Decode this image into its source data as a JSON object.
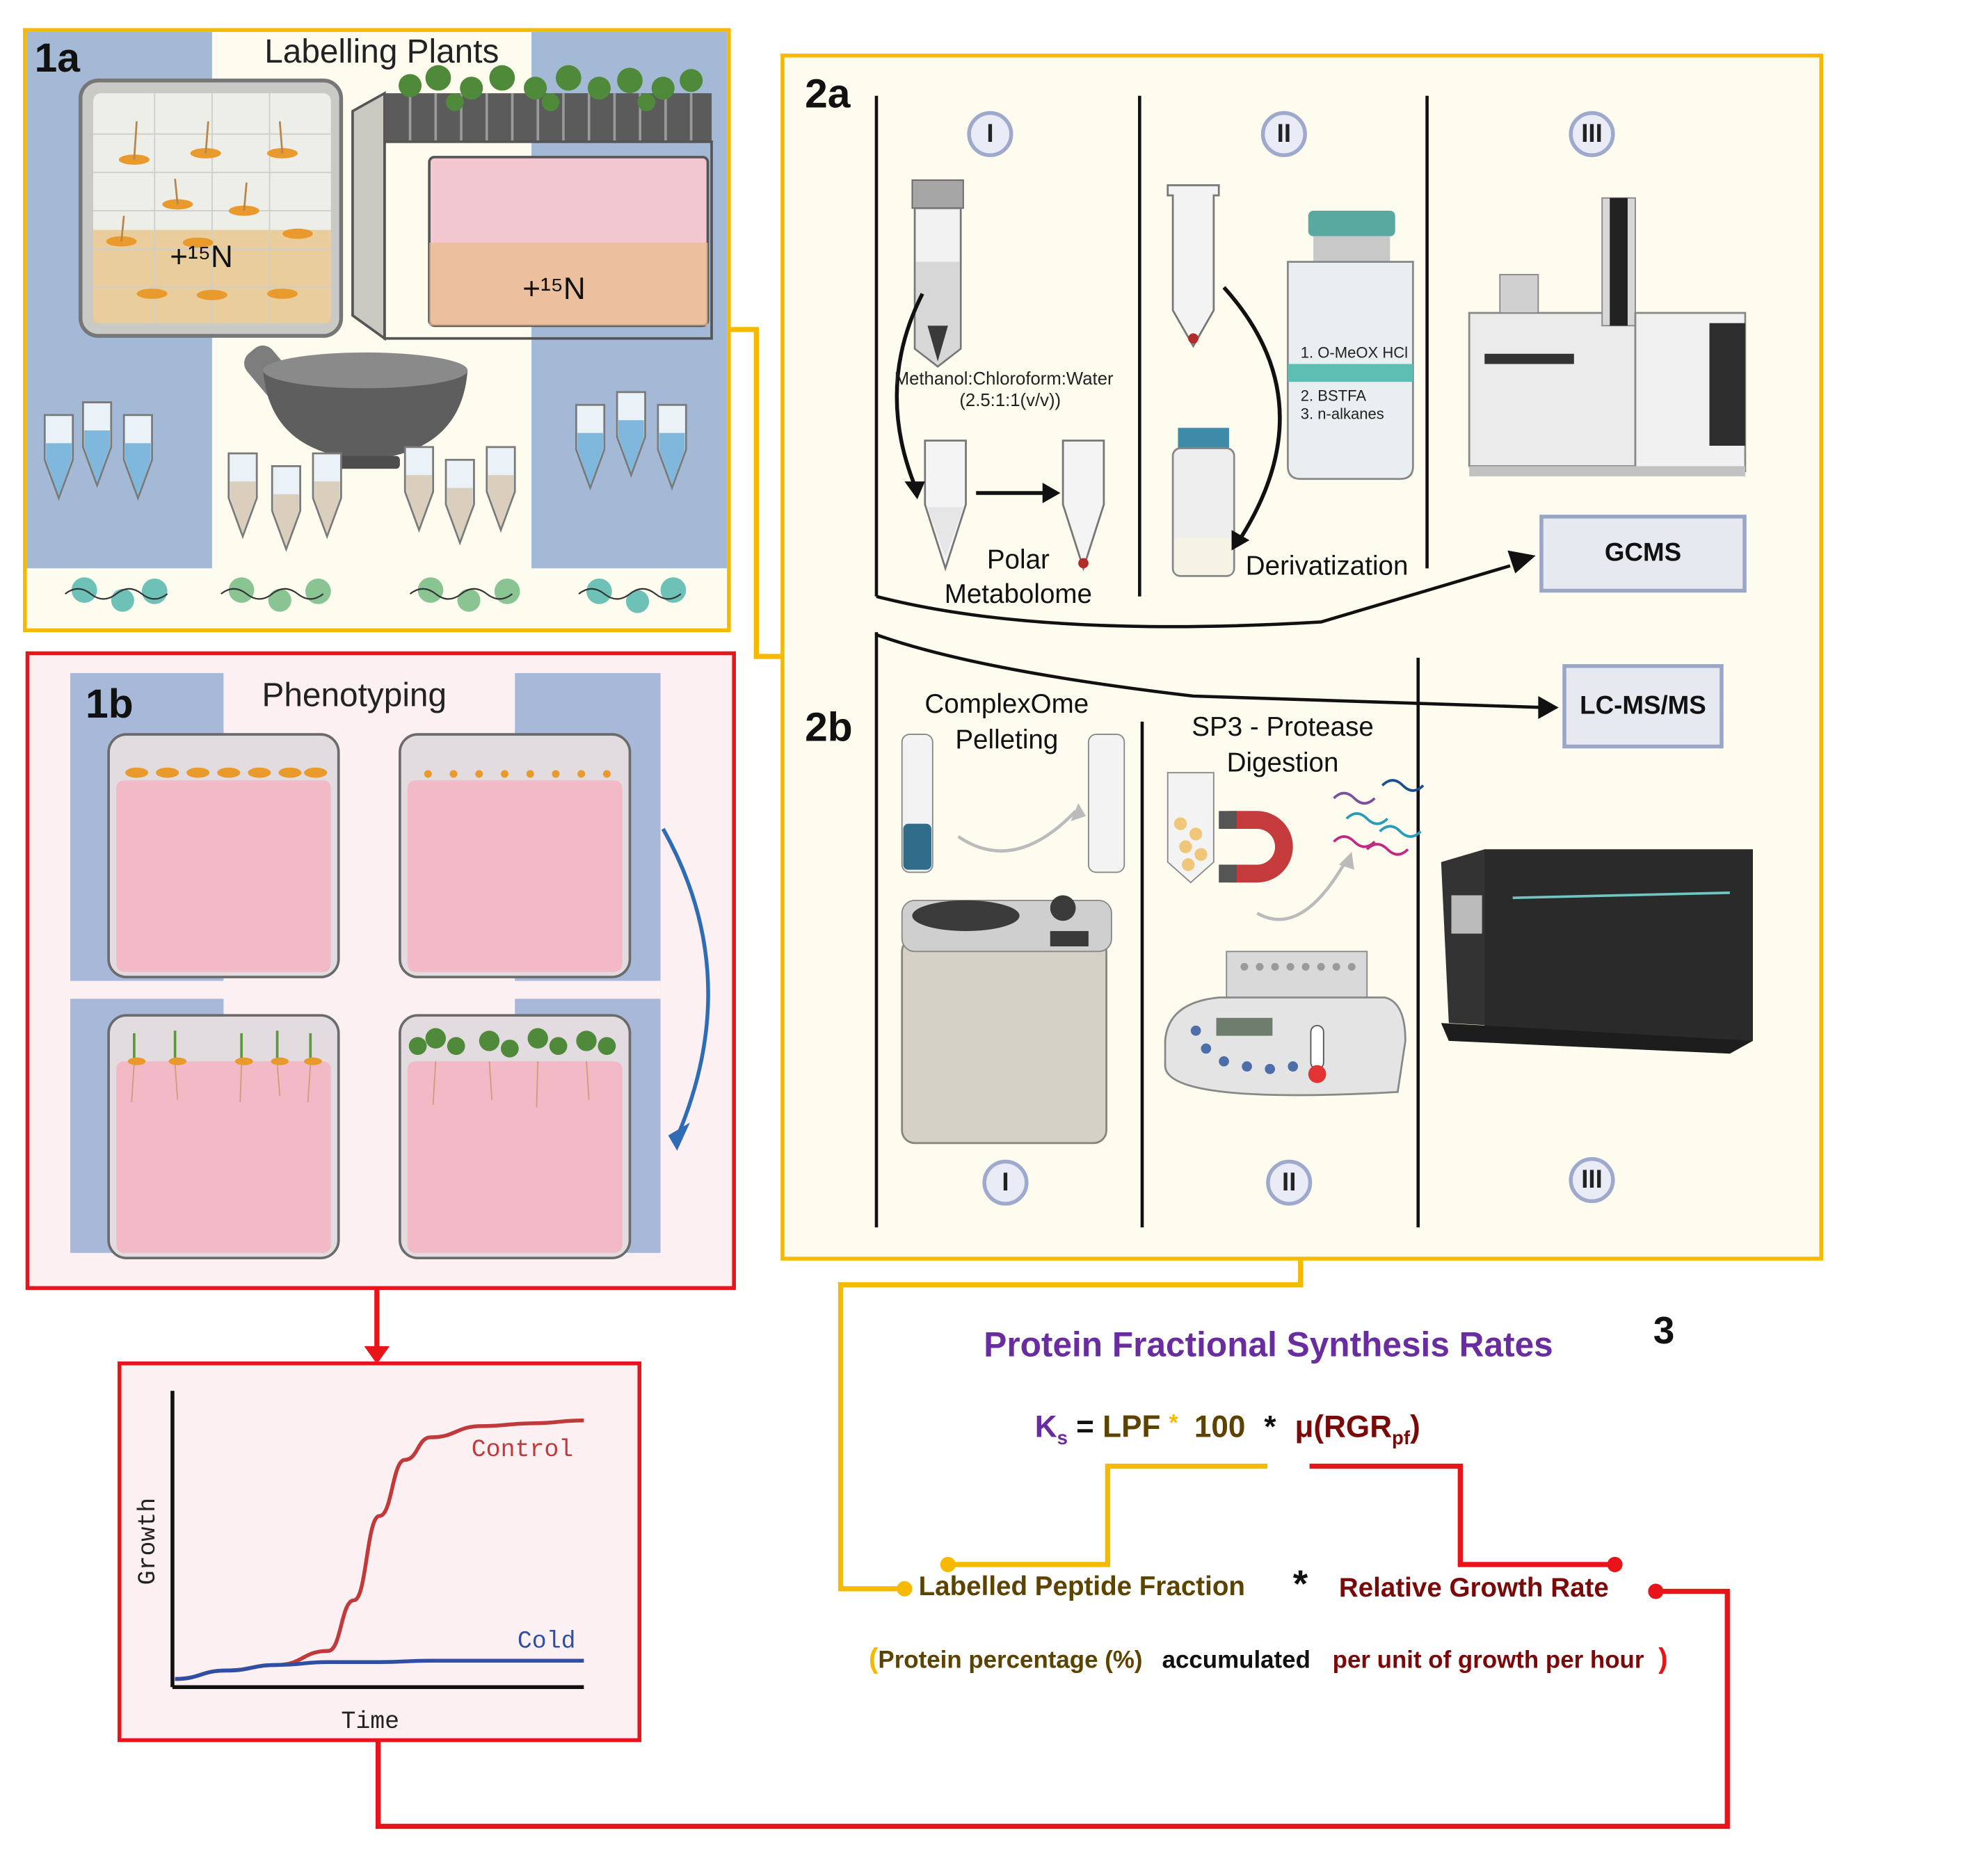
{
  "panel_1a": {
    "label": "1a",
    "title": "Labelling Plants",
    "isotope_plate": "+¹⁵N",
    "isotope_box": "+¹⁵N"
  },
  "panel_1b": {
    "label": "1b",
    "title": "Phenotyping"
  },
  "growth_chart": {
    "xlabel": "Time",
    "ylabel": "Growth",
    "series_control": "Control",
    "series_cold": "Cold"
  },
  "chart_data": {
    "type": "line",
    "xlabel": "Time",
    "ylabel": "Growth",
    "series": [
      {
        "name": "Control",
        "color": "#c0393b",
        "x": [
          0,
          1,
          2,
          3,
          3.5,
          4,
          4.5,
          5,
          6,
          7,
          8
        ],
        "y": [
          0.02,
          0.05,
          0.07,
          0.12,
          0.3,
          0.6,
          0.8,
          0.88,
          0.92,
          0.93,
          0.94
        ]
      },
      {
        "name": "Cold",
        "color": "#2f4fa2",
        "x": [
          0,
          1,
          2,
          3,
          4,
          5,
          6,
          7,
          8
        ],
        "y": [
          0.02,
          0.05,
          0.07,
          0.08,
          0.08,
          0.085,
          0.085,
          0.085,
          0.085
        ]
      }
    ],
    "xlim": [
      0,
      8
    ],
    "ylim": [
      0,
      1
    ],
    "grid": false
  },
  "panel_2a": {
    "label": "2a",
    "roman_1": "I",
    "roman_2": "II",
    "roman_3": "III",
    "solvent": "Methanol:Chloroform:Water",
    "ratio": "(2.5:1:1(v/v))",
    "polar_line1": "Polar",
    "polar_line2": "Metabolome",
    "reagent_1": "1.  O-MeOX HCl",
    "reagent_2": "2.  BSTFA",
    "reagent_3": "3.  n-alkanes",
    "derivatization": "Derivatization",
    "instrument": "GCMS"
  },
  "panel_2b": {
    "label": "2b",
    "instrument": "LC-MS/MS",
    "step1_line1": "ComplexOme",
    "step1_line2": "Pelleting",
    "step2_line1": "SP3 - Protease",
    "step2_line2": "Digestion",
    "roman_1": "I",
    "roman_2": "II",
    "roman_3": "III"
  },
  "panel_3": {
    "label": "3",
    "title": "Protein Fractional Synthesis Rates",
    "ks": "K",
    "ks_sub": "s",
    "equals": "=",
    "lpf": "LPF",
    "times1": "*",
    "hundred": "100",
    "times2": "*",
    "mu": "μ(RGR",
    "mu_sub": "pf",
    "mu_close": ")",
    "lpf_full": "Labelled Peptide Fraction",
    "times3": "*",
    "rgr_full": "Relative Growth Rate",
    "paren_open": "(",
    "note_1": "Protein percentage (%)",
    "note_2": "accumulated",
    "note_3": "per unit of growth per hour",
    "paren_close": ")"
  },
  "colors": {
    "yellow_frame": "#f5b900",
    "red_frame": "#e8141a",
    "pink_panel": "#fdf0f2",
    "cream_panel": "#fefcef",
    "blue_bg": "#a3b9d6",
    "purple": "#6a2d9f",
    "dark_red": "#7a0a0a",
    "gold_text": "#5c4400"
  }
}
